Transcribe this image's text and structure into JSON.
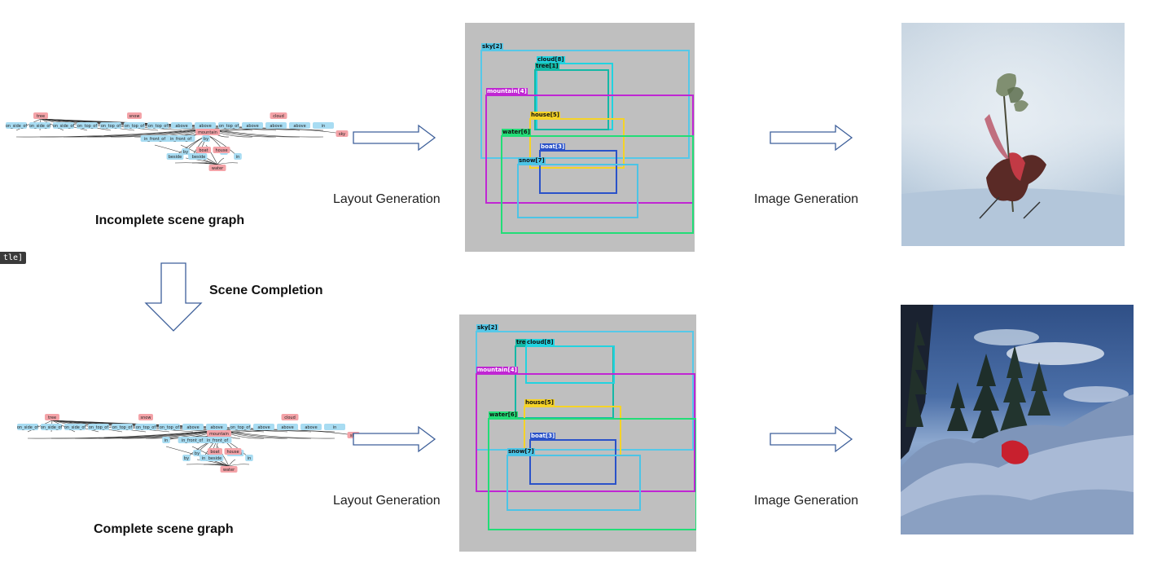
{
  "top_row": {
    "graph_caption": "Incomplete scene graph",
    "layout_caption": "Layout Generation",
    "image_caption": "Image Generation"
  },
  "bottom_row": {
    "graph_caption": "Complete scene graph",
    "layout_caption": "Layout Generation",
    "image_caption": "Image Generation"
  },
  "completion_caption": "Scene Completion",
  "side_tag": "tle]",
  "colors": {
    "sky": "#56c8e8",
    "cloud": "#22d3e0",
    "tree": "#14b8a6",
    "mountain": "#c026d3",
    "house": "#f5d327",
    "water": "#22dd77",
    "boat": "#2a52c9",
    "snow": "#4cc4e6",
    "object_node": "#f4a3a8",
    "relation_node": "#a8dcf2"
  },
  "top_graph": {
    "objects": [
      "tree",
      "snow",
      "mountain",
      "cloud",
      "boat",
      "house",
      "water",
      "sky"
    ],
    "relations": [
      "on_side_of",
      "on_side_of",
      "on_side_of",
      "on_top_of",
      "on_top_of",
      "on_top_of",
      "on_top_of",
      "above",
      "above",
      "on_top_of",
      "above",
      "above",
      "above",
      "in",
      "in_front_of",
      "in_front_of",
      "by",
      "by",
      "beside",
      "in",
      "in",
      "in",
      "beside"
    ]
  },
  "bottom_graph": {
    "objects": [
      "tree",
      "snow",
      "mountain",
      "cloud",
      "boat",
      "house",
      "water",
      "sky"
    ],
    "relations": [
      "on_side_of",
      "on_side_of",
      "on_side_of",
      "on_top_of",
      "on_top_of",
      "on_top_of",
      "on_top_of",
      "above",
      "above",
      "on_top_of",
      "above",
      "above",
      "above",
      "in",
      "in",
      "in_front_of",
      "in_front_of",
      "by",
      "by",
      "beside",
      "in",
      "in",
      "in",
      "beside"
    ]
  },
  "top_layout_labels": {
    "sky": "sky[2]",
    "cloud": "cloud[8]",
    "tree": "tree[1]",
    "mountain": "mountain[4]",
    "house": "house[5]",
    "water": "water[6]",
    "boat": "boat[3]",
    "snow": "snow[7]"
  },
  "bottom_layout_labels": {
    "sky": "sky[2]",
    "tree": "tree",
    "cloud": "cloud[8]",
    "mountain": "mountain[4]",
    "house": "house[5]",
    "water": "water[6]",
    "boat": "boat[3]",
    "snow": "snow[7]"
  }
}
